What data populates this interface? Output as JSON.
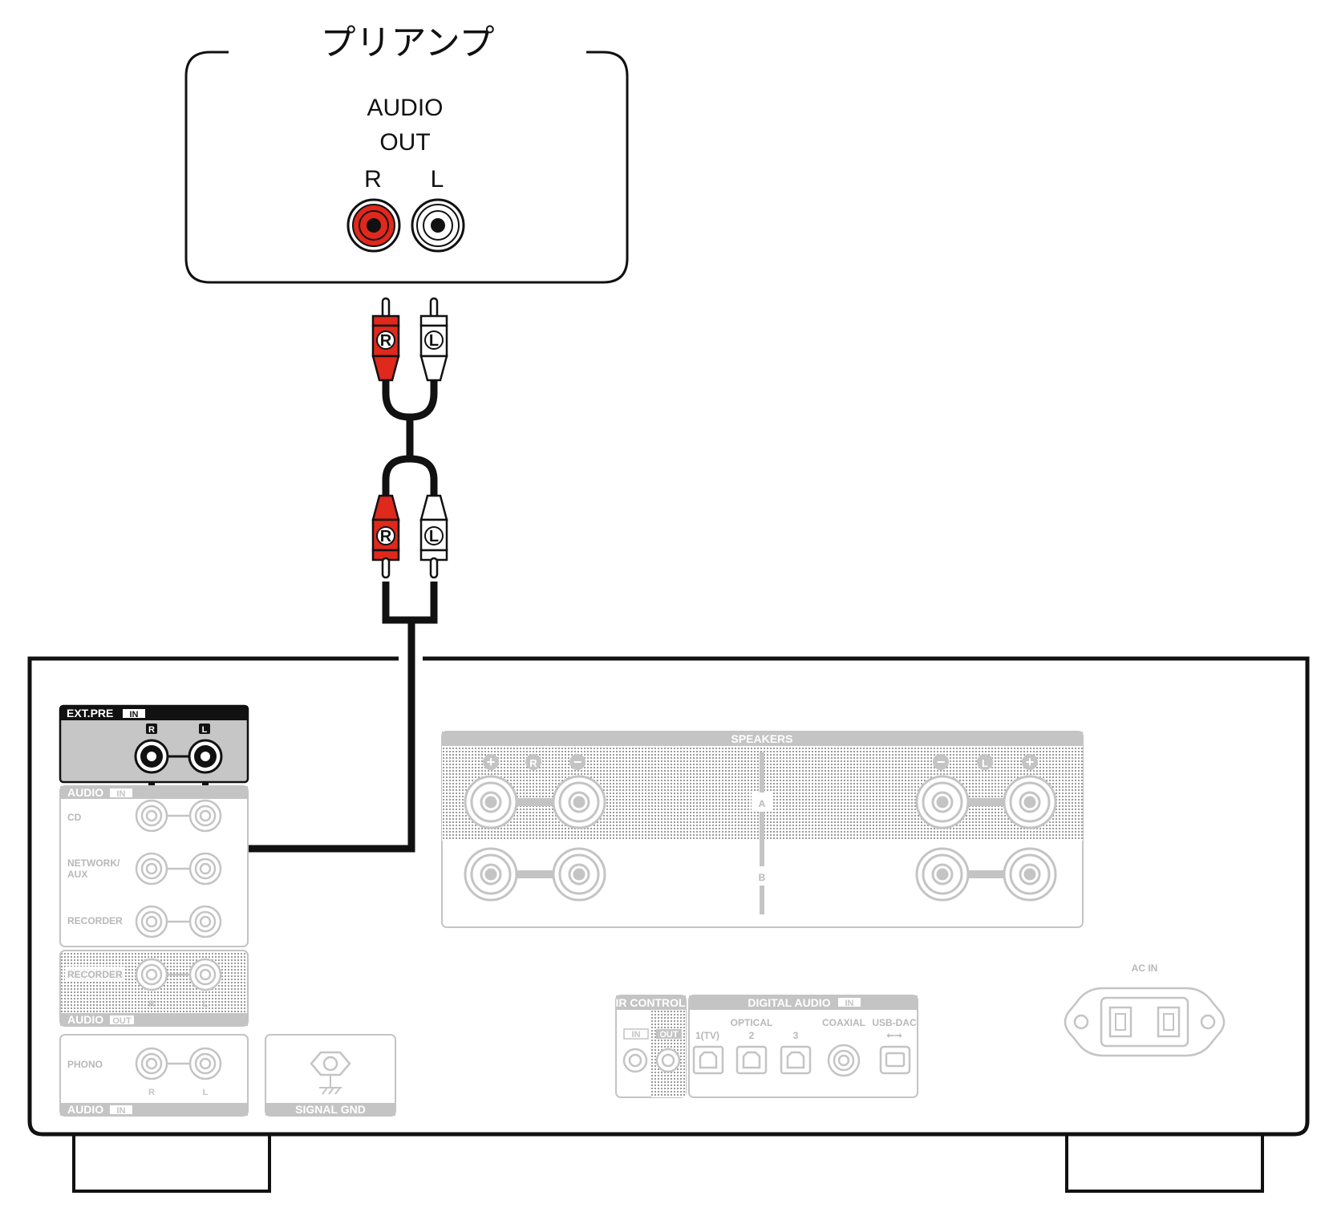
{
  "preamp": {
    "title": "プリアンプ",
    "audio_label": "AUDIO",
    "out_label": "OUT",
    "right_label": "R",
    "left_label": "L"
  },
  "cable": {
    "plug_right": "R",
    "plug_left": "L"
  },
  "panel": {
    "ext_pre": "EXT.PRE",
    "in_tag": "IN",
    "out_tag": "OUT",
    "r_tag": "R",
    "l_tag": "L",
    "audio": "AUDIO",
    "cd": "CD",
    "network_line1": "NETWORK/",
    "network_line2": "AUX",
    "recorder": "RECORDER",
    "phono": "PHONO",
    "signal_gnd": "SIGNAL GND",
    "speakers": "SPEAKERS",
    "speaker_a": "A",
    "speaker_b": "B",
    "plus": "+",
    "minus": "−",
    "ir_control": "IR CONTROL",
    "digital_audio": "DIGITAL AUDIO",
    "optical": "OPTICAL",
    "opt1": "1(TV)",
    "opt2": "2",
    "opt3": "3",
    "coaxial": "COAXIAL",
    "usb_dac": "USB-DAC",
    "usb_symbol": "⭠⭢",
    "ac_in": "AC IN"
  },
  "colors": {
    "red_plug": "#e0281c",
    "outline": "#111111",
    "panel_grey": "#bdbdbd",
    "inactive_grey": "#c4c4c4"
  }
}
